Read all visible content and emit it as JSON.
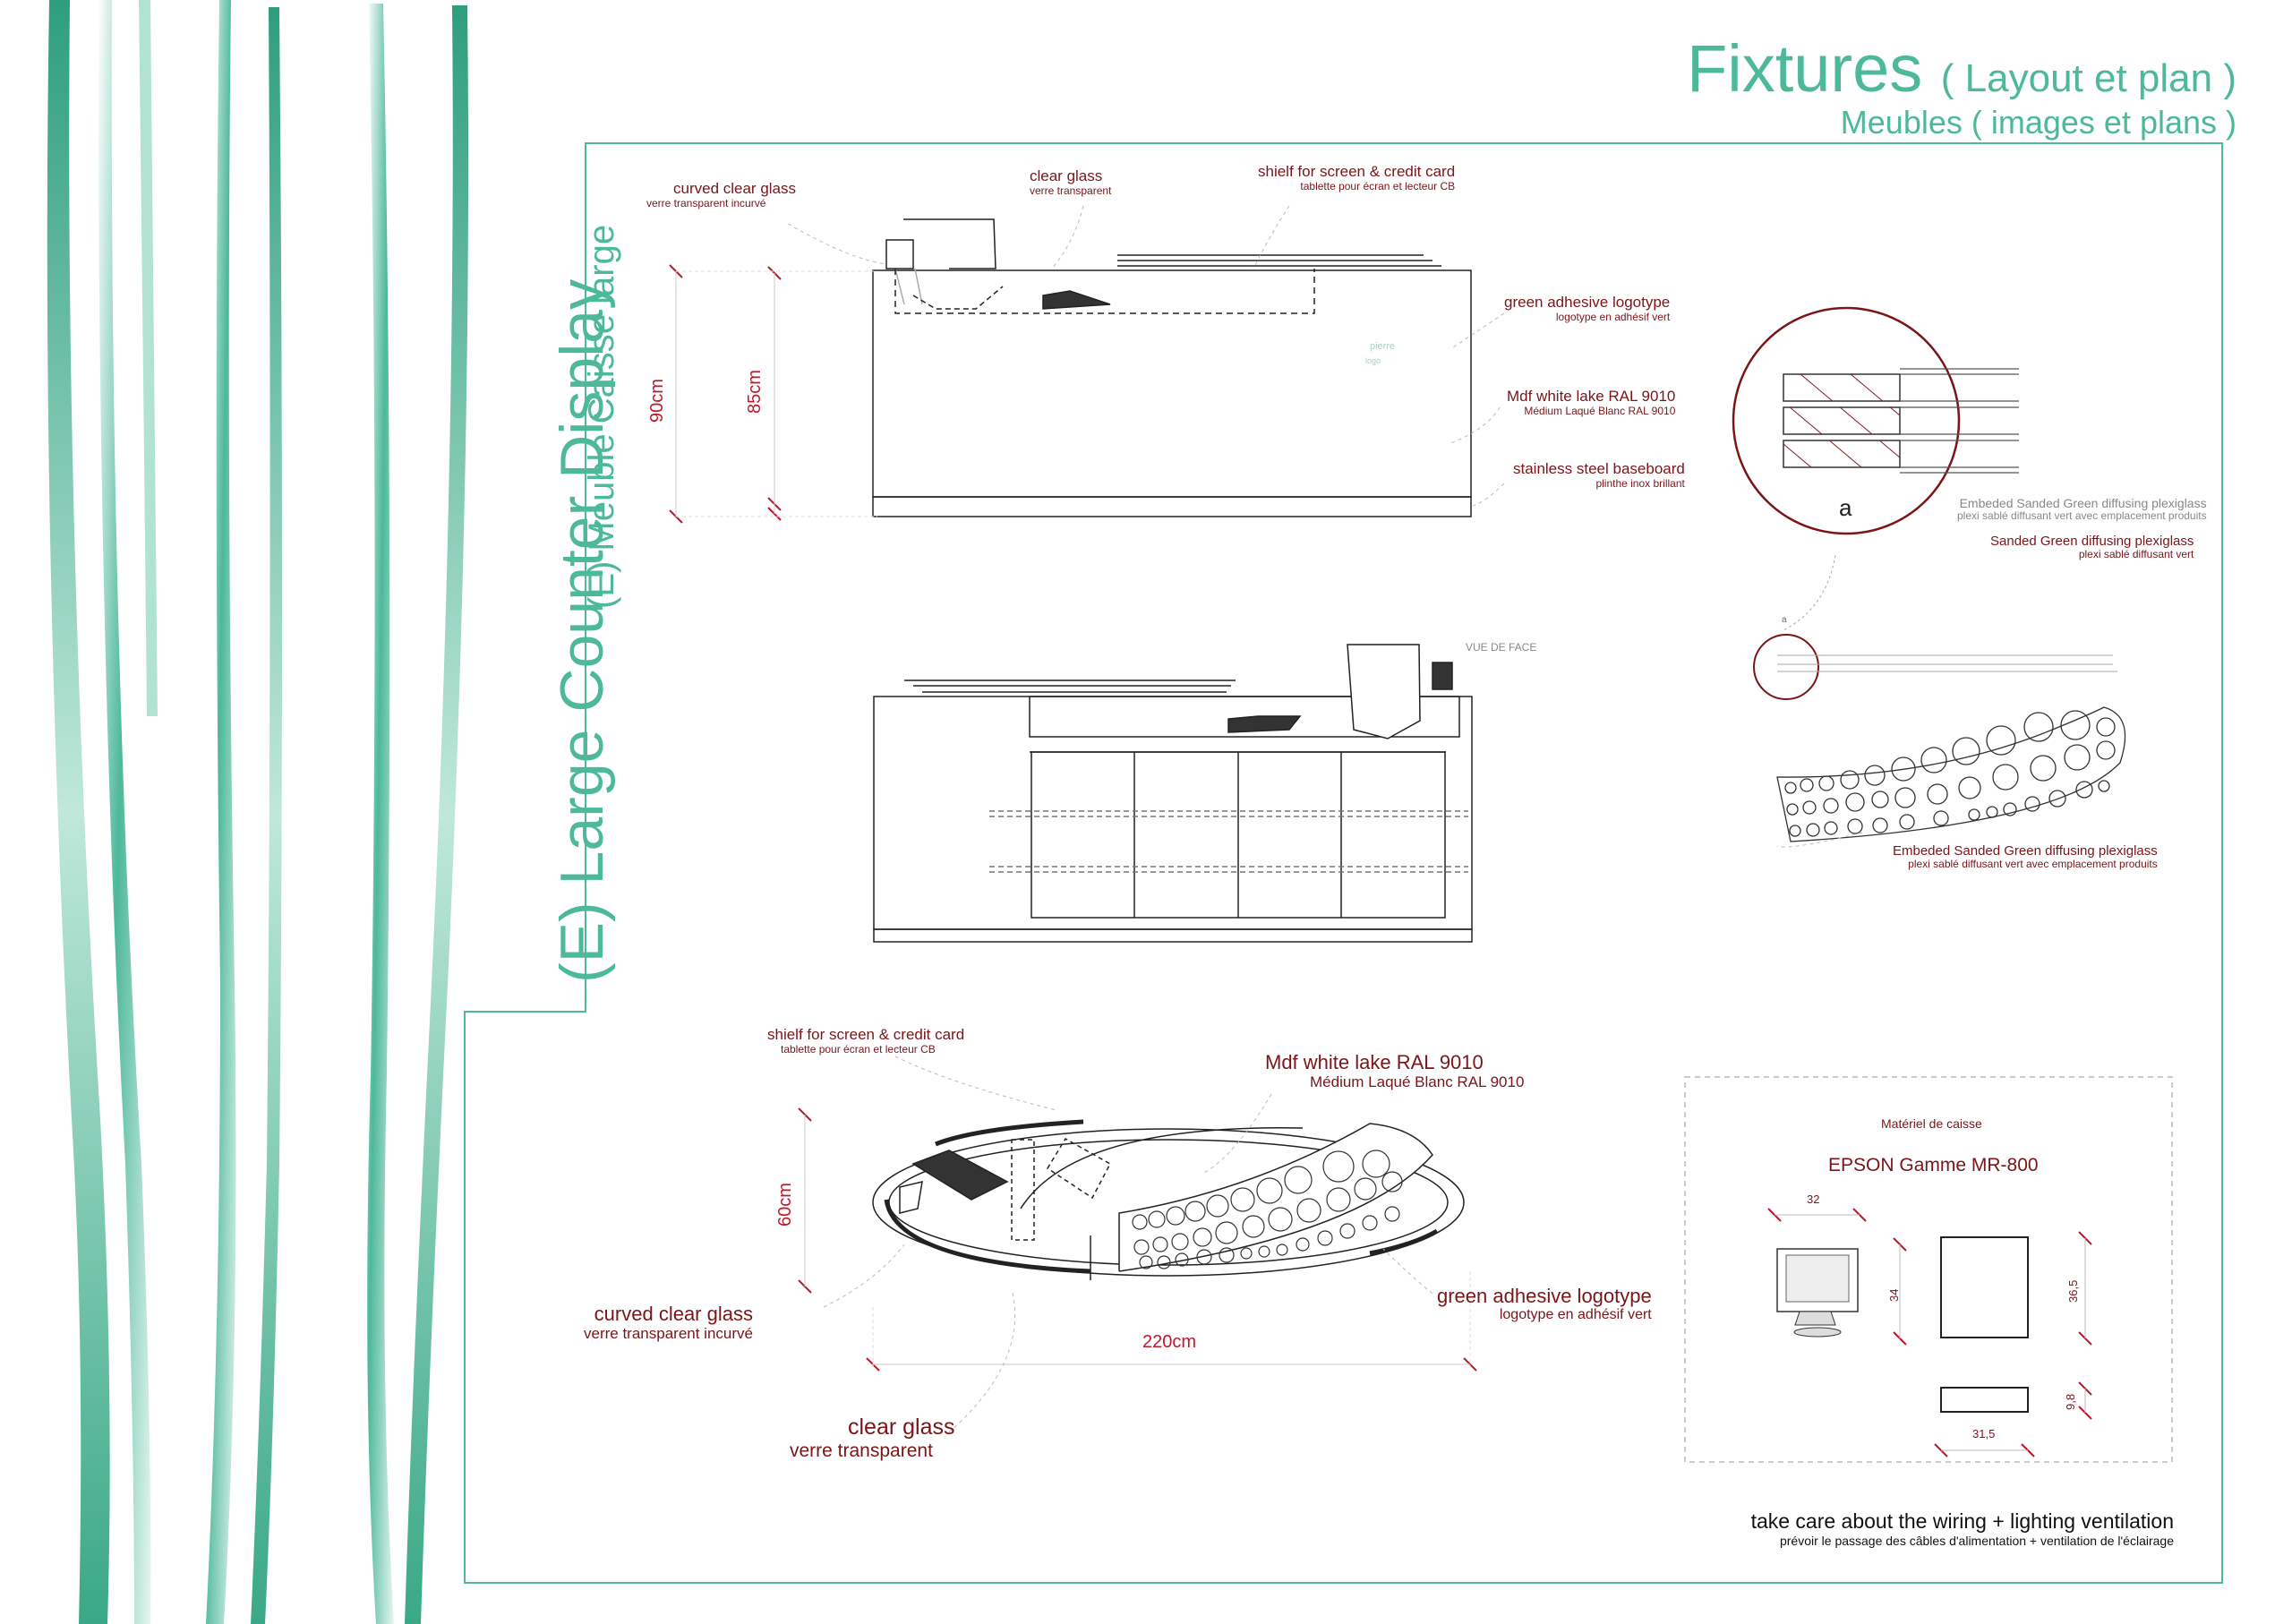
{
  "header": {
    "title": "Fixtures",
    "title_suffix": "( Layout et plan )",
    "subtitle": "Meubles ( images et plans )"
  },
  "section": {
    "title": "(E) Large Counter Display",
    "subtitle": "(E) Meuble Caisse large"
  },
  "elevation": {
    "curved_glass": {
      "en": "curved clear glass",
      "fr": "verre transparent  incurvé"
    },
    "clear_glass": {
      "en": "clear glass",
      "fr": "verre transparent"
    },
    "shelf": {
      "en": "shielf for screen & credit card",
      "fr": "tablette pour écran et lecteur CB"
    },
    "logo": {
      "en": "green adhesive logotype",
      "fr": "logotype en adhésif vert"
    },
    "mdf": {
      "en": "Mdf white lake RAL  9010",
      "fr": "Médium Laqué Blanc RAL  9010"
    },
    "baseboard": {
      "en": "stainless steel baseboard",
      "fr": "plinthe inox brillant"
    },
    "dim_90": "90cm",
    "dim_85": "85cm"
  },
  "front": {
    "label": "VUE DE FACE"
  },
  "plan": {
    "shelf": {
      "en": "shielf for screen & credit card",
      "fr": "tablette pour écran et lecteur CB"
    },
    "mdf": {
      "en": "Mdf white lake RAL  9010",
      "fr": "Médium Laqué Blanc RAL  9010"
    },
    "curved_glass": {
      "en": "curved clear glass",
      "fr": "verre transparent  incurvé"
    },
    "clear_glass": {
      "en": "clear glass",
      "fr": "verre transparent"
    },
    "logo": {
      "en": "green adhesive logotype",
      "fr": "logotype en adhésif vert"
    },
    "dim_60": "60cm",
    "dim_220": "220cm"
  },
  "detail": {
    "marker": "a",
    "marker_small": "a",
    "embedded_top": {
      "en": "Embeded Sanded Green diffusing plexiglass",
      "fr": "plexi sablé diffusant vert avec emplacement produits"
    },
    "sanded": {
      "en": "Sanded Green diffusing plexiglass",
      "fr": "plexi sablé diffusant vert"
    },
    "embedded_bottom": {
      "en": "Embeded Sanded Green diffusing plexiglass",
      "fr": "plexi sablé diffusant vert avec emplacement produits"
    }
  },
  "epson": {
    "kicker": "Matériel de caisse",
    "title": "EPSON Gamme MR-800",
    "dim_32": "32",
    "dim_34": "34",
    "dim_365": "36,5",
    "dim_98": "9,8",
    "dim_315": "31,5"
  },
  "note": {
    "en": "take care about the wiring + lighting ventilation",
    "fr": "prévoir le passage des câbles d'alimentation + ventilation de l'éclairage"
  },
  "colors": {
    "accent_green": "#4db89a",
    "annotation_red": "#7a1518",
    "dimension_red": "#c0182b"
  }
}
